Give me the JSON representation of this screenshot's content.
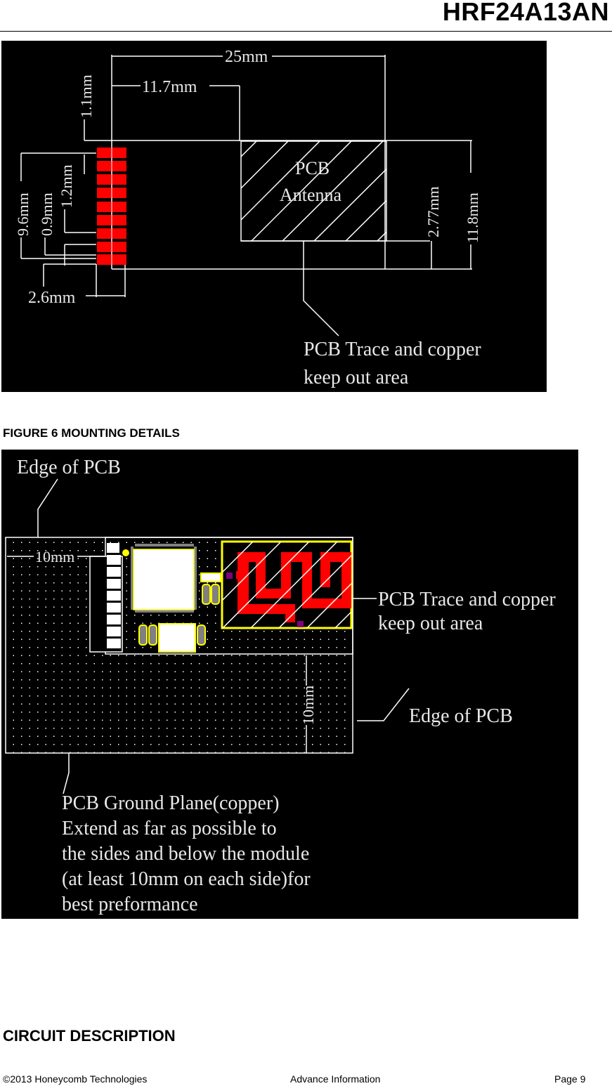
{
  "header": {
    "title": "HRF24A13AN"
  },
  "figure_dimensions": {
    "overall_width": "25mm",
    "antenna_offset": "11.7mm",
    "top_offset": "1.1mm",
    "pin_span": "9.6mm",
    "pin_bottom_offset": "0.9mm",
    "pin_pitch": "1.2mm",
    "pad_width": "2.6mm",
    "antenna_clearance": "2.77mm",
    "module_height": "11.8mm",
    "antenna_label_line1": "PCB",
    "antenna_label_line2": "Antenna",
    "keepout_label_line1": "PCB Trace and copper",
    "keepout_label_line2": "keep out area"
  },
  "figure_caption": "FIGURE 6 MOUNTING DETAILS",
  "figure_layout": {
    "edge_top_label": "Edge of PCB",
    "edge_right_label": "Edge of PCB",
    "left_clearance": "10mm",
    "bottom_clearance": "10mm",
    "keepout_label_line1": "PCB Trace and copper",
    "keepout_label_line2": "keep out area",
    "ground_plane_lines": [
      "PCB Ground Plane(copper)",
      "Extend as far as possible to",
      "the sides and below the module",
      "(at least 10mm on each side)for",
      "best preformance"
    ]
  },
  "section": {
    "heading": "CIRCUIT DESCRIPTION"
  },
  "footer": {
    "copyright": "©2013 Honeycomb Technologies",
    "status": "Advance Information",
    "page": "Page 9"
  },
  "colors": {
    "background": "#000000",
    "pad_red": "#ff0000",
    "outline_yellow": "#ffff00",
    "line_white": "#ffffff",
    "via_purple": "#800080",
    "pad_gray": "#808080"
  }
}
